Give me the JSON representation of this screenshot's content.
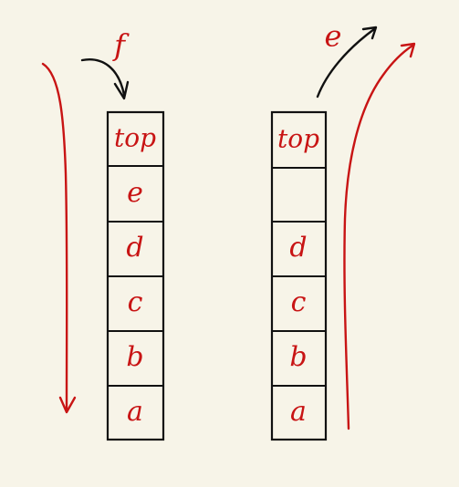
{
  "left_stack": {
    "cells": [
      "top",
      "e",
      "d",
      "c",
      "b",
      "a"
    ],
    "incoming_label": "f"
  },
  "right_stack": {
    "cells": [
      "top",
      "",
      "d",
      "c",
      "b",
      "a"
    ],
    "outgoing_label": "e"
  },
  "colors": {
    "ink_red": "#c81414",
    "ink_black": "#111111",
    "background": "#f7f4e8"
  }
}
